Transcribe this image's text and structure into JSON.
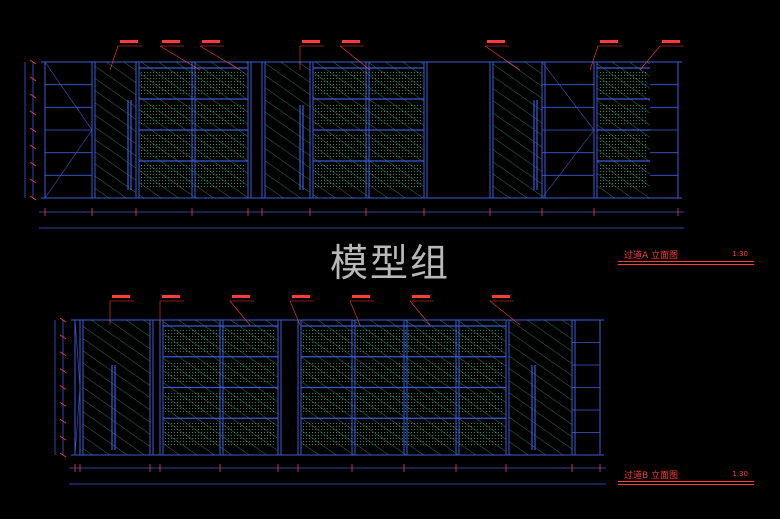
{
  "watermark": "模型组",
  "colors": {
    "background": "#000000",
    "linework": "#3b5bd6",
    "hatch": "#2ea37a",
    "annotation": "#ff3b3b",
    "watermark": "#d9d9d9"
  },
  "elevation_a": {
    "title": "过道A 立面图",
    "scale": "1:30"
  },
  "elevation_b": {
    "title": "过道B 立面图",
    "scale": "1:30"
  }
}
